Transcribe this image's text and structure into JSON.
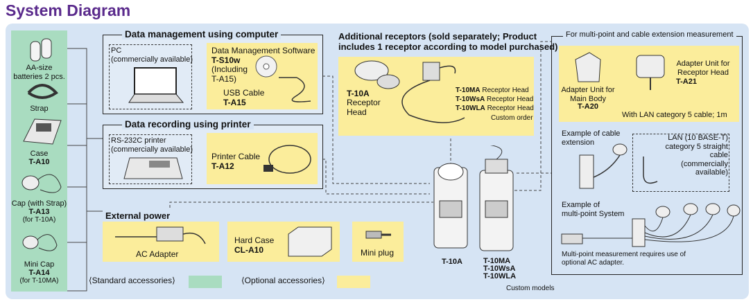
{
  "title": "System Diagram",
  "standard": {
    "batteries": "AA-size batteries 2 pcs.",
    "strap": "Strap",
    "case_label": "Case",
    "case_code": "T-A10",
    "cap_label": "Cap (with Strap)",
    "cap_code": "T-A13",
    "cap_for": "(for T-10A)",
    "minicap_label": "Mini Cap",
    "minicap_code": "T-A14",
    "minicap_for": "(for T-10MA)"
  },
  "data_management": {
    "title": "Data management using computer",
    "pc_label": "PC\n(commercially available)",
    "software_label": "Data Management Software",
    "software_code": "T-S10w",
    "software_incl": "(Including\nT-A15)",
    "usb_label": "USB  Cable",
    "usb_code": "T-A15"
  },
  "printer": {
    "title": "Data recording using printer",
    "printer_label": "RS-232C printer\n(commercially available)",
    "cable_label": "Printer Cable",
    "cable_code": "T-A12"
  },
  "receptors": {
    "title": "Additional receptors (sold separately; Product\nincludes 1 receptor according to model purchased)",
    "t10a_code": "T-10A",
    "t10a_label": "Receptor\nHead",
    "heads": [
      {
        "code": "T-10MA",
        "label": "Receptor Head"
      },
      {
        "code": "T-10WsA",
        "label": "Receptor Head"
      },
      {
        "code": "T-10WLA",
        "label": "Receptor Head"
      }
    ],
    "custom_order": "Custom order"
  },
  "multipoint": {
    "title": "For multi-point and cable extension measurement",
    "adapter_body_label": "Adapter Unit for\nMain Body",
    "adapter_body_code": "T-A20",
    "adapter_head_label": "Adapter Unit for\nReceptor Head",
    "adapter_head_code": "T-A21",
    "lan_note": "With LAN category 5 cable; 1m",
    "cable_ext": "Example of cable\nextension",
    "lan_cable": "LAN (10 BASE-T)\ncategory 5 straight cable\n(commercially\navailable)",
    "multi_example": "Example of\nmulti-point System",
    "multi_note": "Multi-point measurement requires use of\noptional AC adapter."
  },
  "external_power": {
    "title": "External power",
    "ac_label": "AC Adapter",
    "hardcase_label": "Hard Case",
    "hardcase_code": "CL-A10",
    "miniplug_label": "Mini plug"
  },
  "meters": {
    "t10a": "T-10A",
    "models": "T-10MA\nT-10WsA\nT-10WLA",
    "custom_models": "Custom models"
  },
  "legend": {
    "standard": "⟨Standard accessories⟩",
    "optional": "⟨Optional accessories⟩"
  },
  "colors": {
    "title": "#5a2a8c",
    "panel": "#d6e4f4",
    "standard": "#a9dcc0",
    "optional": "#fbed9b"
  }
}
